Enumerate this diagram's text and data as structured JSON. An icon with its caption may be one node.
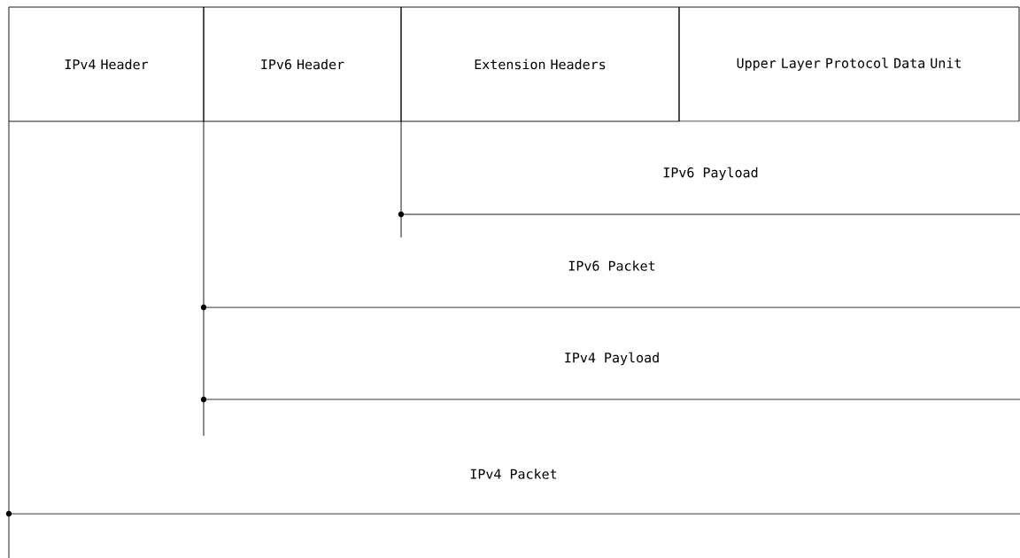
{
  "diagram": {
    "nodes": [
      {
        "text": [
          "IPv4 Header"
        ]
      },
      {
        "text": [
          "IPv6 Header"
        ]
      },
      {
        "text": [
          "Extension Headers"
        ]
      },
      {
        "text": [
          "Upper Layer Protocol Data Unit"
        ]
      }
    ],
    "labels": [
      "IPv6 Payload",
      "IPv6 Packet",
      "IPv4 Payload",
      "IPv4 Packet"
    ]
  }
}
